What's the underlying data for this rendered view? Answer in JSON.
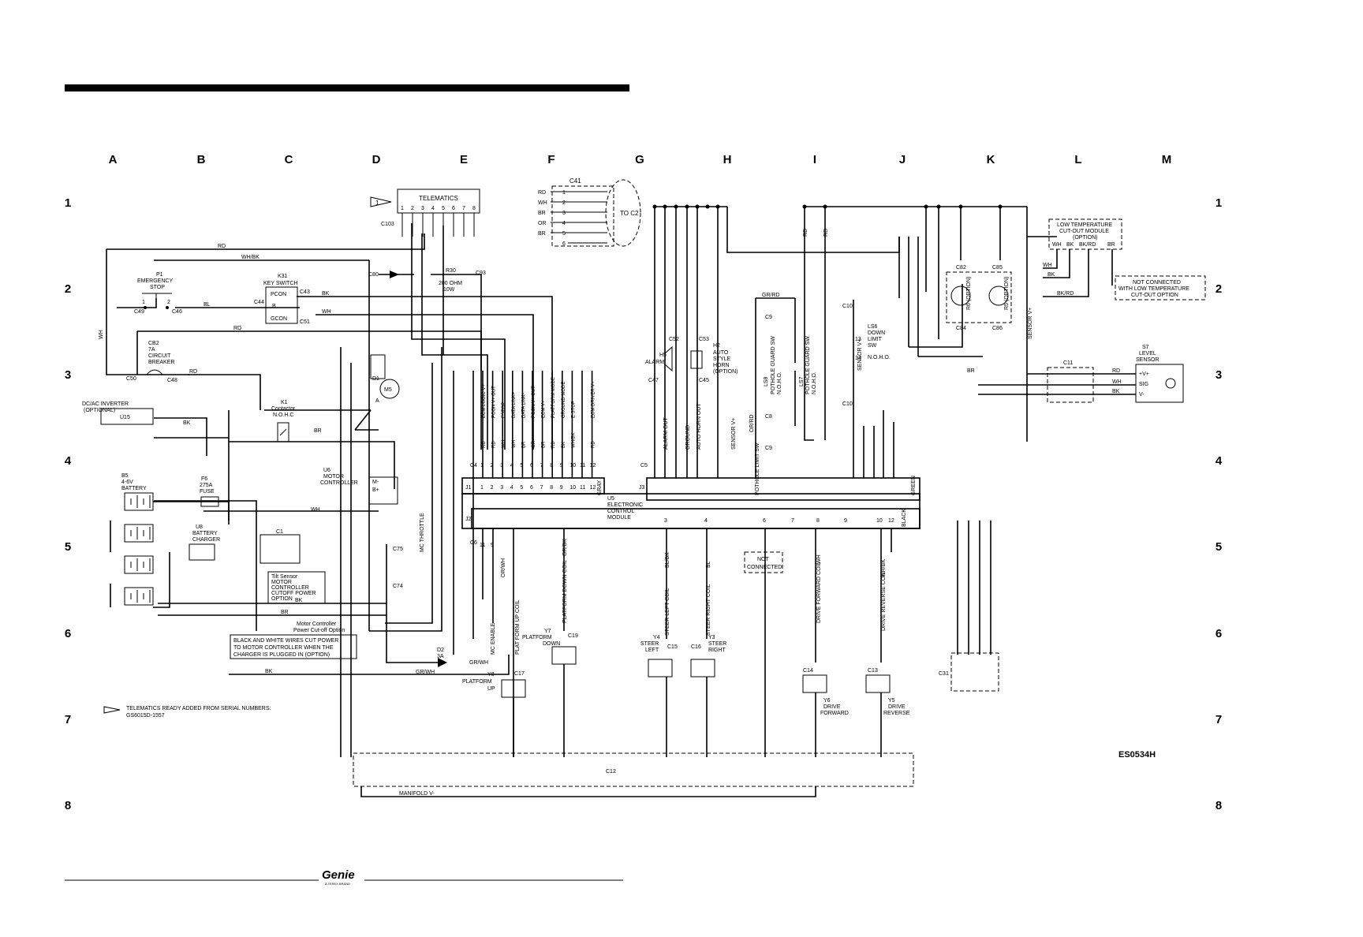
{
  "grid": {
    "columns": [
      "A",
      "B",
      "C",
      "D",
      "E",
      "F",
      "G",
      "H",
      "I",
      "J",
      "K",
      "L",
      "M"
    ],
    "rows": [
      "1",
      "2",
      "3",
      "4",
      "5",
      "6",
      "7",
      "8"
    ]
  },
  "telematics": {
    "title": "TELEMATICS",
    "pins": [
      "1",
      "2",
      "3",
      "4",
      "5",
      "6",
      "7",
      "8"
    ],
    "connector": "C103",
    "note": "TELEMATICS READY ADDED FROM SERIAL NUMBERS:",
    "note_serial": "GS6015D-1557",
    "note_flag": "1"
  },
  "c41": {
    "label": "C41",
    "wires": [
      "RD",
      "WH",
      "BR",
      "OR",
      "BR",
      ""
    ],
    "pins": [
      "1",
      "2",
      "3",
      "4",
      "5",
      "6"
    ],
    "to": "TO C2"
  },
  "estop": {
    "id": "P1",
    "l1": "EMERGENCY",
    "l2": "STOP",
    "c1": "C49",
    "c2": "C46",
    "pin1": "1",
    "pin2": "2"
  },
  "keyswitch": {
    "id": "K31",
    "name": "KEY SWITCH",
    "pcon": "PCON",
    "gcon": "GCON",
    "c43": "C43",
    "c44": "C44",
    "c51": "C51",
    "b": "B"
  },
  "breaker": {
    "id": "CB2",
    "amps": "7A",
    "l1": "CIRCUIT",
    "l2": "BREAKER",
    "c50": "C50",
    "c48": "C48"
  },
  "inverter": {
    "l1": "DC/AC INVERTER",
    "l2": "(OPTIONAL)",
    "id": "U15"
  },
  "contactor": {
    "id": "K1",
    "l1": "Contactor",
    "l2": "N.O.H.C"
  },
  "motor_controller": {
    "id": "U6",
    "l1": "MOTOR",
    "l2": "CONTROLLER",
    "m": "M-",
    "b": "B+"
  },
  "motor": {
    "id": "M5",
    "a": "A"
  },
  "battery": {
    "id": "B5",
    "volt": "4-6V",
    "name": "BATTERY"
  },
  "fuse": {
    "id": "F6",
    "amp": "275A",
    "name": "FUSE"
  },
  "charger": {
    "id": "U8",
    "l1": "BATTERY",
    "l2": "CHARGER"
  },
  "c1": "C1",
  "diodes": {
    "d1": "D1",
    "d2": "D2",
    "d2amp": "3A",
    "r30": "R30",
    "r30val": "200 OHM",
    "r30w": "10W",
    "c80": "C80",
    "c93": "C93"
  },
  "ecm": {
    "id": "U5",
    "l1": "ELECTRONIC",
    "l2": "CONTROL",
    "l3": "MODULE",
    "j1": "J1",
    "j2": "J2",
    "j3": "J3",
    "gray": "GRAY",
    "black": "BLACK",
    "green": "GREEN",
    "c4": "C4",
    "c5": "C5",
    "c6": "C6",
    "j1_labels": [
      "ECM LOGIC V+",
      "PCON V+ OUT",
      "ESTOP",
      "DATA LINK+",
      "DATA LINK-",
      "PCON V+ OUT",
      "ECM V+",
      "PLATFORM MODE",
      "GROUND MODE",
      "E STOP",
      "",
      "ECM DRIVER V+"
    ],
    "j1_wires": [
      "RD",
      "RD",
      "WH",
      "WH",
      "BR",
      "OR",
      "BR",
      "RD",
      "BK",
      "WH/BK",
      "",
      "RD"
    ],
    "j1_pins": [
      "1",
      "2",
      "3",
      "4",
      "5",
      "6",
      "7",
      "8",
      "9",
      "10",
      "11",
      "12"
    ]
  },
  "left_labels": {
    "wh_bk": "WH/BK",
    "rd": "RD",
    "wh": "WH",
    "bk": "BK",
    "bl": "BL",
    "br": "BR",
    "gr_wh": "GR/WH",
    "mc_throttle": "MC THROTTLE"
  },
  "misc": {
    "c75": "C75",
    "c74": "C74",
    "motor_cutoff_l1": "Motor Controller",
    "motor_cutoff_l2": "Power Cut-off Option",
    "cutoff_note_l1": "BLACK AND WHITE WIRES CUT POWER",
    "cutoff_note_l2": "TO MOTOR CONTROLLER WHEN THE",
    "cutoff_note_l3": "CHARGER IS PLUGGED IN (OPTION)",
    "box_option_l1": "Tilt Sensor",
    "box_option_l2": "MOTOR",
    "box_option_l3": "CONTROLLER",
    "box_option_l4": "CUTOFF POWER",
    "box_option_l5": "OPTION"
  },
  "valves": {
    "y8": {
      "id": "Y8",
      "l1": "PLATFORM",
      "l2": "UP",
      "c": "C17",
      "coil": "PLAT FORM UP COIL",
      "wire": "OR/WH"
    },
    "y7": {
      "id": "Y7",
      "l1": "PLATFORM",
      "l2": "DOWN",
      "c": "C19",
      "coil": "PLATFORM DOWN COIL",
      "wire": "OR/BK"
    },
    "y4": {
      "id": "Y4",
      "l1": "STEER",
      "l2": "LEFT",
      "c": "C15",
      "coil": "STEER LEFT COIL",
      "wire": "BL/BK"
    },
    "y3": {
      "id": "Y3",
      "l1": "STEER",
      "l2": "RIGHT",
      "c": "C16",
      "coil": "STEER RIGHT COIL",
      "wire": "BL"
    },
    "y6": {
      "id": "Y6",
      "l1": "DRIVE",
      "l2": "FORWARD",
      "c": "C14",
      "coil": "DRIVE FORWARD COIL",
      "wire": "WH"
    },
    "y5": {
      "id": "Y5",
      "l1": "DRIVE",
      "l2": "REVERSE",
      "c": "C13",
      "coil": "DRIVE REVERSE COIL",
      "wire": "WH/BK"
    }
  },
  "mc_enable": "MC ENABLE",
  "j3_labels": [
    "ALARM OUT",
    "GROUND",
    "AUTO HORN OUT",
    "SENSOR V+",
    "POTHOLE LIMIT SW"
  ],
  "j2_pins": [
    "11",
    "9",
    "3",
    "4",
    "6",
    "7",
    "8",
    "9",
    "10",
    "12"
  ],
  "not_connected": {
    "l1": "NOT",
    "l2": "CONNECTED"
  },
  "alarm": {
    "id": "H5",
    "name": "ALARM",
    "c52": "C52",
    "c47": "C47"
  },
  "horn": {
    "id": "H2",
    "l1": "AUTO",
    "l2": "STYLE",
    "l3": "HORN",
    "l4": "(OPTION)",
    "c53": "C53",
    "c45": "C45"
  },
  "pothole": {
    "ls8": "LS8",
    "ls7": "LS7",
    "name": "POTHOLE GUARD SW",
    "nho": "N.O.H.O.",
    "c9": "C9",
    "c8": "C8",
    "grrd": "GR/RD",
    "orrd": "OR/RD",
    "limit": "POTHOLE LIMIT SW"
  },
  "ls6": {
    "id": "LS6",
    "l1": "DOWN",
    "l2": "LIMIT",
    "l3": "SW",
    "nho": "N.O.H.O.",
    "c10": "C10",
    "pin13": "13",
    "pin14": "14"
  },
  "sensor_v": "SENSOR V+",
  "low_temp": {
    "l1": "LOW TEMPERATURE",
    "l2": "CUT-OUT MODULE",
    "l3": "(OPTION)",
    "wires": [
      "WH",
      "BK",
      "BK/RD",
      "BR"
    ]
  },
  "not_conn_low": {
    "l1": "NOT CONNECTED",
    "l2": "WITH LOW TEMPERATURE",
    "l3": "CUT-OUT OPTION"
  },
  "level_sensor": {
    "id": "S7",
    "l1": "LEVEL",
    "l2": "SENSOR",
    "pins": [
      "+V+",
      "SIG",
      "V-"
    ],
    "c11": "C11"
  },
  "relays": {
    "c82": "C82",
    "c85": "C85",
    "c84": "C84",
    "c86": "C86",
    "r6": "R6 (OPTION)",
    "r5": "R5 (OPTION)"
  },
  "c31": "C31",
  "c12": "C12",
  "manifold": "MANIFOLD V-",
  "drawing_no": "ES0534H",
  "logo": "Genie",
  "logo_sub": "A TEREX BRAND"
}
